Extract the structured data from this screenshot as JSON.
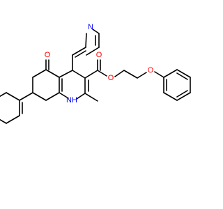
{
  "diagram": {
    "type": "chemical-structure",
    "atom_labels": {
      "ketone_oxygen": "O",
      "pyridine_nitrogen": "N",
      "amine": "NH",
      "amine_h": "H",
      "ester_carbonyl_oxygen": "O",
      "ester_oxygen": "O",
      "ether_oxygen": "O"
    },
    "colors": {
      "bond": "#000000",
      "oxygen": "#ff0000",
      "nitrogen": "#0000ff"
    }
  }
}
